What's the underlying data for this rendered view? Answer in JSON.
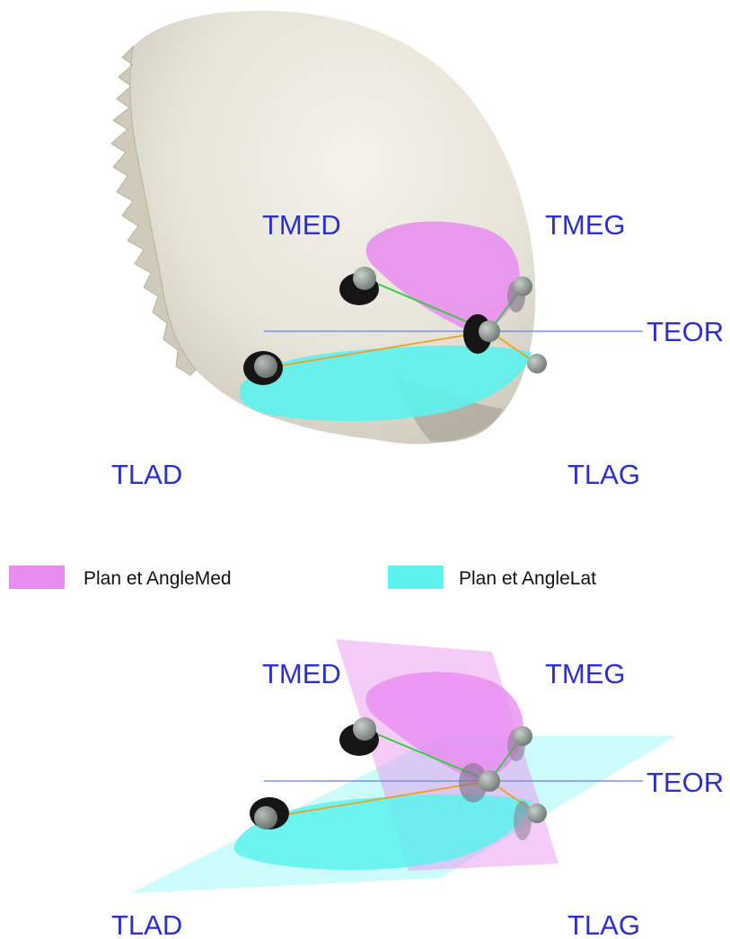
{
  "labels": {
    "tmed": "TMED",
    "tmeg": "TMEG",
    "teor": "TEOR",
    "tlad": "TLAD",
    "tlag": "TLAG"
  },
  "legend": [
    {
      "text": "Plan et AngleMed",
      "color": "#e98cf0"
    },
    {
      "text": "Plan et AngleLat",
      "color": "#5cf2ee"
    }
  ],
  "colors": {
    "label": "#2b2fd0",
    "axis_line": "#7f8fe6",
    "med_line": "#2ecf3a",
    "lat_line": "#f0a020",
    "bone": "#e6e3d8",
    "marker": "#97a19c",
    "marker_base": "#151515"
  }
}
